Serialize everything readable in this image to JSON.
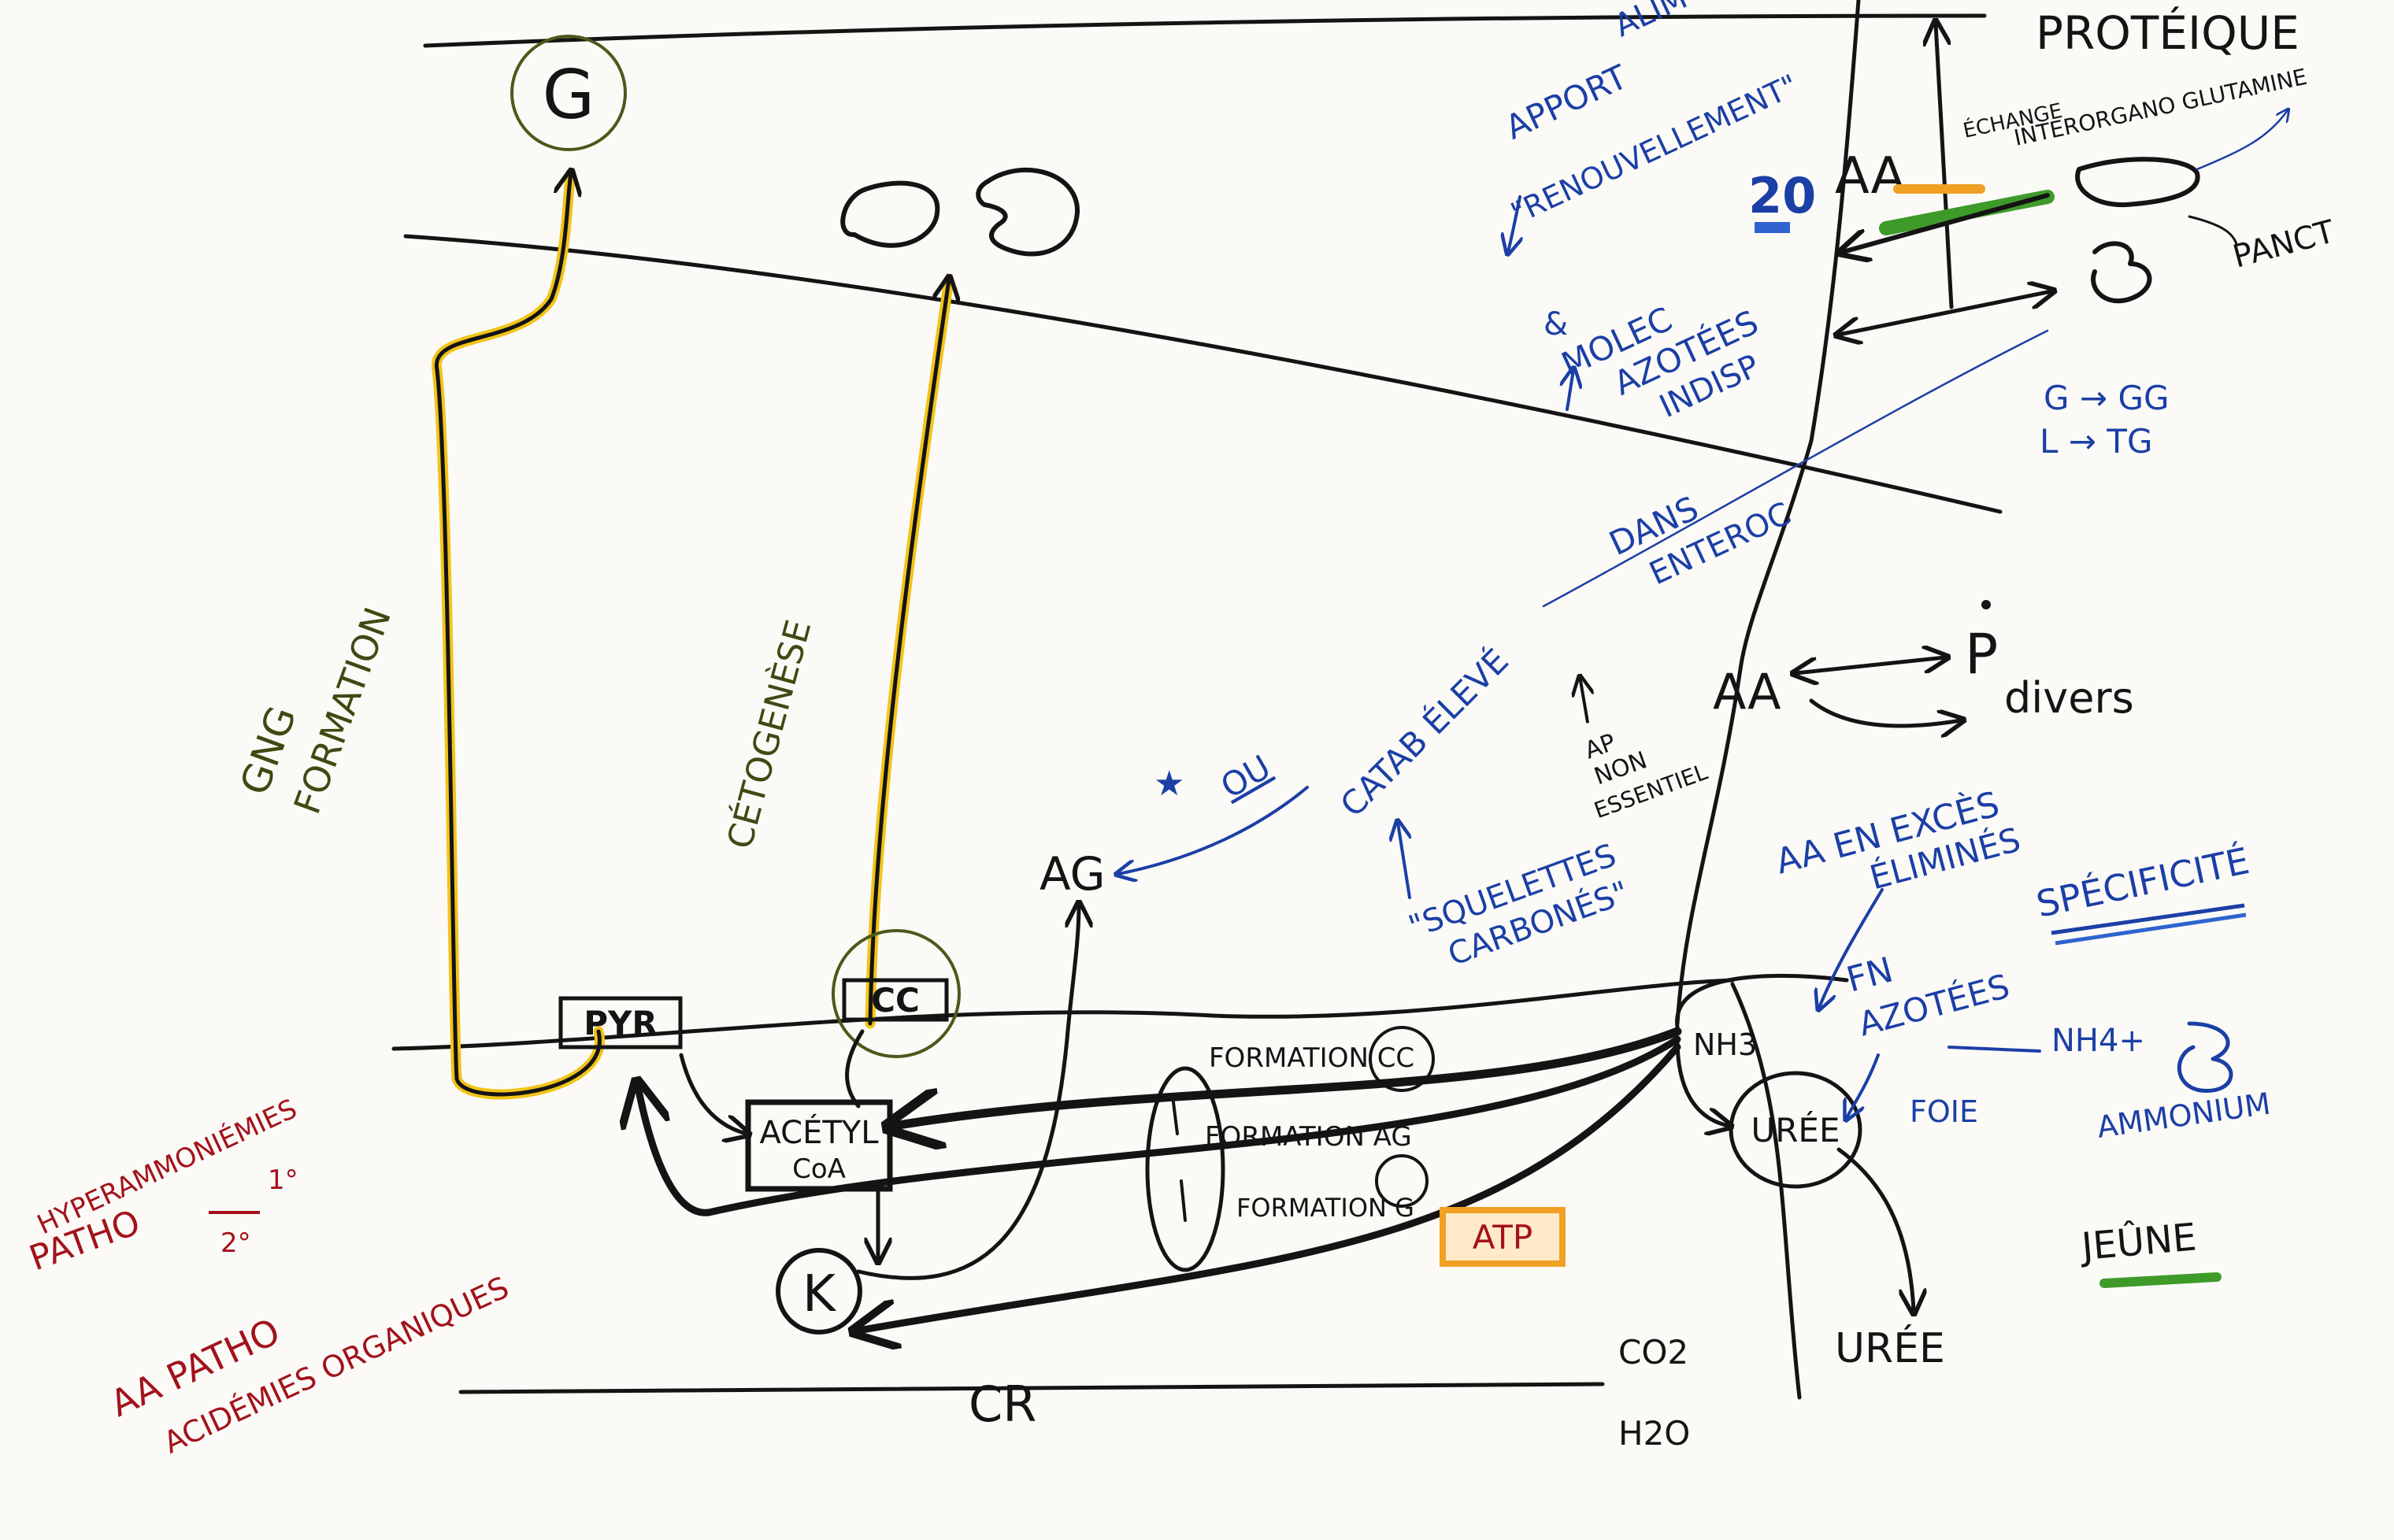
{
  "organs": {
    "proteique": "PROTÉIQUE",
    "cr": "CR"
  },
  "metabolites": {
    "g_top": "G",
    "pyr": "PYR",
    "cc_box": "CC",
    "acetyl_1": "ACÉTYL",
    "acetyl_2": "CoA",
    "k": "K",
    "ag": "AG",
    "nh3": "NH3",
    "uree_circle": "URÉE",
    "uree_out": "URÉE",
    "co2": "CO2",
    "h2o": "H2O",
    "aa_top": "AA",
    "aa_mid": "AA",
    "p_divers": "P",
    "divers": "divers",
    "atp": "ATP",
    "jeune": "JEÛNE",
    "g_gg": "G → GG",
    "l_tg": "L → TG",
    "nh4": "NH4+",
    "ammonium": "AMMONIUM",
    "foie": "FOIE"
  },
  "pathways": {
    "gng_1": "GNG",
    "gng_2": "FORMATION",
    "cetogenese": "CÉTOGENÈSE",
    "formation_cc": "FORMATION CC",
    "formation_ag": "FORMATION AG",
    "formation_g": "FORMATION G"
  },
  "notes": {
    "apport_1": "APPORT",
    "apport_2": "ALIM",
    "renouvellement": "\"RENOUVELLEMENT\"",
    "num_20": "20",
    "molec_1": "MOLEC",
    "molec_2": "AZOTÉES",
    "molec_3": "INDISP",
    "echange_1": "ÉCHANGE",
    "echange_2": "INTERORGANO GLUTAMINE",
    "panct": "PANCT",
    "dans_1": "DANS",
    "dans_2": "ENTEROC",
    "catab": "CATAB ÉLEVÉ",
    "ou": "OU",
    "squelettes_1": "\"SQUELETTES",
    "squelettes_2": "CARBONÉS\"",
    "ap_1": "AP",
    "ap_2": "NON",
    "ap_3": "ESSENTIEL",
    "aa_excess_1": "AA EN EXCÈS",
    "aa_excess_2": "ÉLIMINÉS",
    "specificite": "SPÉCIFICITÉ",
    "fn_1": "FN",
    "fn_2": "AZOTÉES"
  },
  "patho": {
    "line1": "PATHO",
    "line2": "HYPERAMMONIÉMIES",
    "line3": "1°",
    "line4": "2°",
    "line5": "AA PATHO",
    "line6": "ACIDÉMIES ORGANIQUES"
  },
  "colors": {
    "ink_black": "#141414",
    "ink_blue": "#1b3fa6",
    "ink_green": "#3d4a12",
    "ink_red": "#a3121b",
    "highlight_yellow": "#f2c419",
    "highlight_orange": "#f0a023",
    "highlight_green": "#3e9b2a",
    "highlight_blue": "#2e63d0"
  }
}
